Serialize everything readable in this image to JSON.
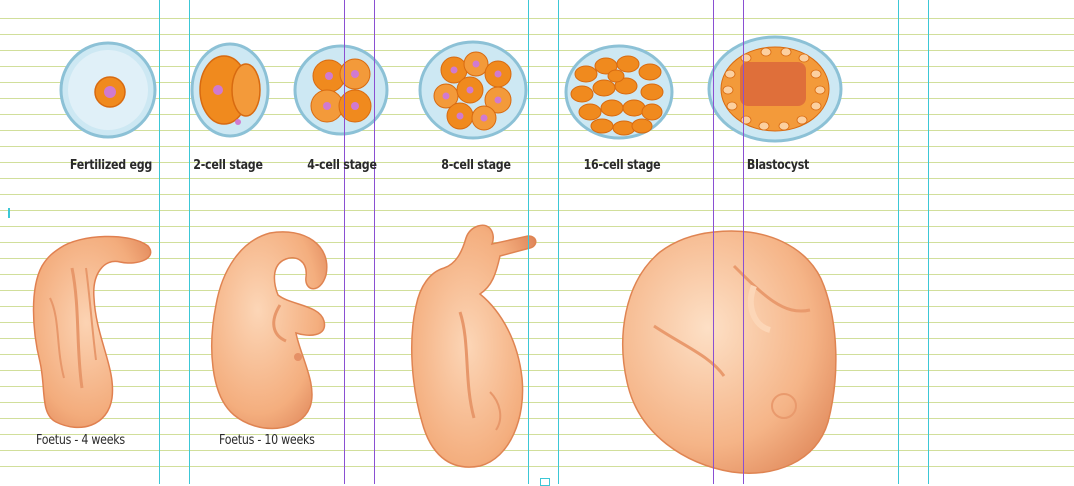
{
  "colors": {
    "guide_cyan": "#3cc7d6",
    "guide_purple": "#8a4fd2",
    "ruled_line": "#c9d98a",
    "cell_orange": "#f08a1e",
    "nucleus_pink": "#d07ad0",
    "zona_blue": "#a9d8ea",
    "foetus_skin": "#f6b88a"
  },
  "embryo_stages": [
    {
      "id": "fertilized-egg",
      "label": "Fertilized egg"
    },
    {
      "id": "2-cell",
      "label": "2-cell stage"
    },
    {
      "id": "4-cell",
      "label": "4-cell stage"
    },
    {
      "id": "8-cell",
      "label": "8-cell stage"
    },
    {
      "id": "16-cell",
      "label": "16-cell stage"
    },
    {
      "id": "blastocyst",
      "label": "Blastocyst"
    }
  ],
  "foetus_stages": [
    {
      "id": "4-weeks",
      "label": "Foetus - 4 weeks"
    },
    {
      "id": "10-weeks",
      "label": "Foetus - 10 weeks"
    },
    {
      "id": "third",
      "label": ""
    },
    {
      "id": "fourth",
      "label": ""
    }
  ]
}
